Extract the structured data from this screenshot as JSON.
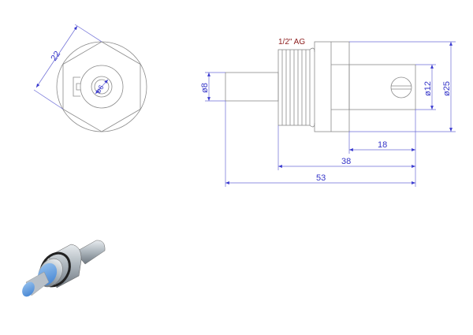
{
  "front_view": {
    "dim_across_flats": "22",
    "dim_bore": "ø6"
  },
  "side_view": {
    "thread_label": "1/2\" AG",
    "dim_shaft": "ø8",
    "dim_tip": "ø12",
    "dim_body": "ø25",
    "dim_tip_length": "18",
    "dim_body_length": "38",
    "dim_total_length": "53"
  },
  "colors": {
    "dimension": "#3535c8",
    "thread_label": "#8b1a1a",
    "outline": "#8a8a8a"
  }
}
